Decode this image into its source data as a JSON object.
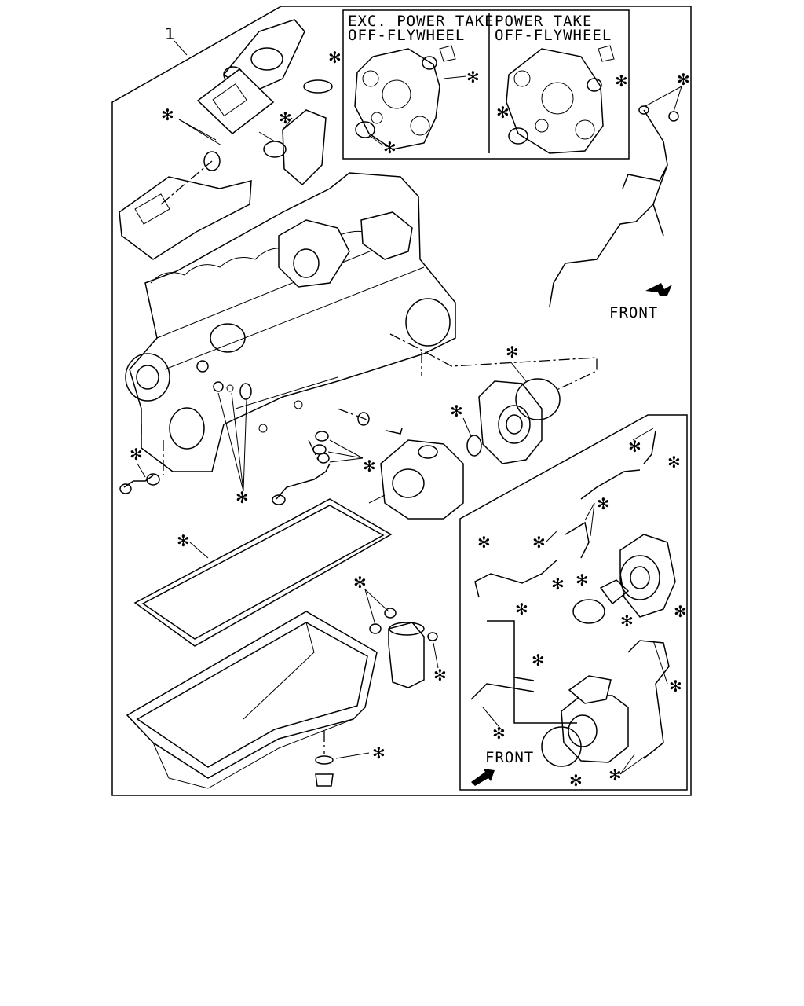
{
  "diagram": {
    "part_number_label": "1",
    "inset_top_left_title_line1": "EXC. POWER TAKE",
    "inset_top_left_title_line2": "OFF-FLYWHEEL",
    "inset_top_right_title_line1": "POWER TAKE",
    "inset_top_right_title_line2": "OFF-FLYWHEEL",
    "front_label_top": "FRONT",
    "front_label_bottom": "FRONT",
    "gasket_marker": "✻"
  }
}
